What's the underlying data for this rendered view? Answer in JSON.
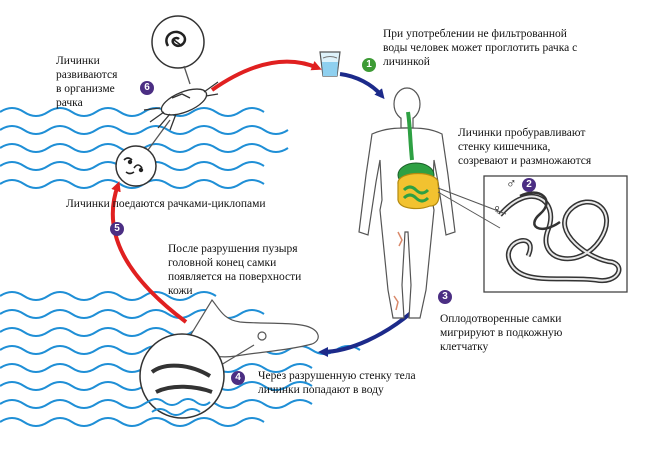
{
  "colors": {
    "step_green": "#3d9b35",
    "step_purple": "#4b2e83",
    "arrow_red": "#e02020",
    "arrow_blue": "#1c2a8a",
    "water": "#1f8fd6",
    "intestine_green": "#2ea043",
    "intestine_yellow": "#f2c230"
  },
  "steps": [
    {
      "number": "1",
      "text": "При употреблении не фильтрованной\nводы человек может проглотить рачка с\nличинкой"
    },
    {
      "number": "2",
      "text": "Личинки пробуравливают\nстенку кишечника,\nсозревают и размножаются"
    },
    {
      "number": "3",
      "text": "Оплодотворенные самки\nмигрируют в подкожную\nклетчатку"
    },
    {
      "number": "4",
      "text": "Через разрушенную стенку тела\nличинки попадают в воду"
    },
    {
      "number": "5",
      "text": "Личинки поедаются рачками-циклопами"
    },
    {
      "number": "6",
      "text": "Личинки\nразвиваются\nв организме\nрачка"
    }
  ],
  "blister_note": "После разрушения пузыря\nголовной конец самки\nпоявляется на поверхности\nкожи",
  "sex_symbols": {
    "male": "♂",
    "female": "♀"
  }
}
